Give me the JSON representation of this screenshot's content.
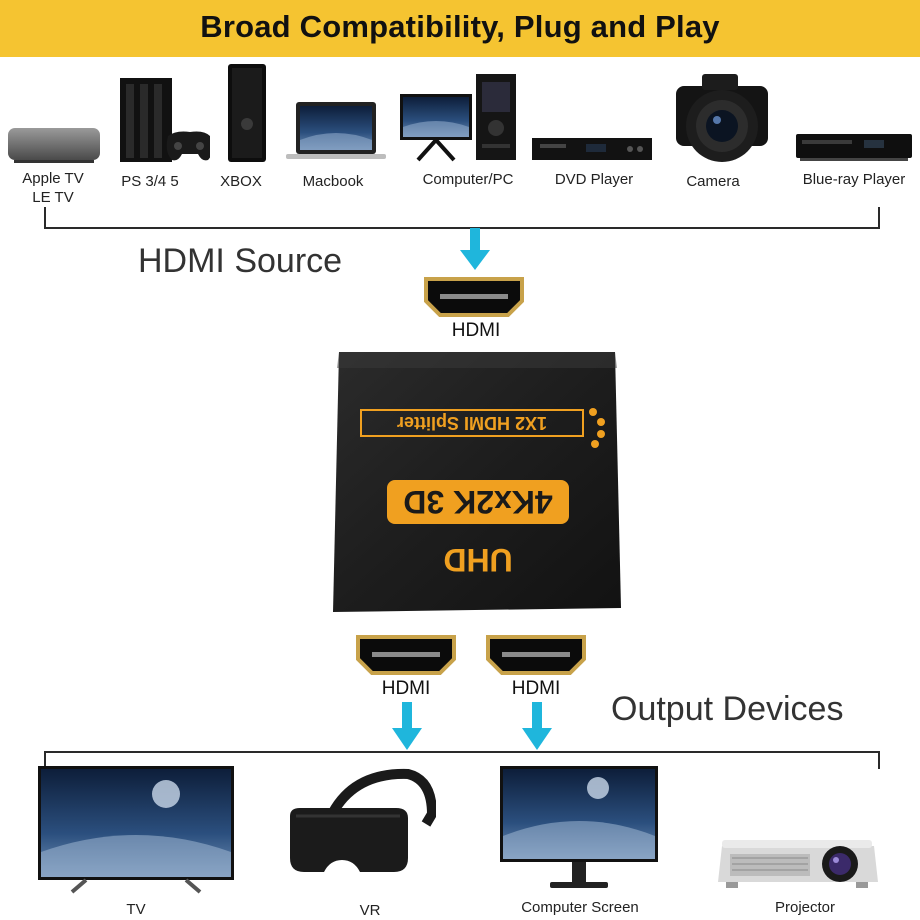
{
  "banner": {
    "title": "Broad Compatibility, Plug and Play",
    "color": "#f5c431"
  },
  "sources": {
    "items": [
      {
        "label_line1": "Apple TV",
        "label_line2": "LE TV",
        "icon": "tv-box-icon"
      },
      {
        "label_line1": "PS 3/4 5",
        "icon": "game-console-icon"
      },
      {
        "label_line1": "XBOX",
        "icon": "xbox-console-icon"
      },
      {
        "label_line1": "Macbook",
        "icon": "laptop-icon"
      },
      {
        "label_line1": "Computer/PC",
        "icon": "desktop-pc-icon"
      },
      {
        "label_line1": "DVD Player",
        "icon": "dvd-player-icon"
      },
      {
        "label_line1": "Camera",
        "icon": "camera-icon"
      },
      {
        "label_line1": "Blue-ray Player",
        "icon": "bluray-player-icon"
      }
    ],
    "section_title": "HDMI Source"
  },
  "input_port": {
    "label": "HDMI",
    "icon": "hdmi-port-icon"
  },
  "splitter": {
    "line1": "1X2  HDMI Splitter",
    "line2": "4Kx2K 3D",
    "line3": "UHD",
    "accent": "#f0a020"
  },
  "output_ports": [
    {
      "label": "HDMI",
      "icon": "hdmi-port-icon"
    },
    {
      "label": "HDMI",
      "icon": "hdmi-port-icon"
    }
  ],
  "outputs": {
    "section_title": "Output Devices",
    "items": [
      {
        "label": "TV",
        "icon": "tv-icon"
      },
      {
        "label": "VR",
        "icon": "vr-headset-icon"
      },
      {
        "label": "Computer Screen",
        "icon": "monitor-icon"
      },
      {
        "label": "Projector",
        "icon": "projector-icon"
      }
    ]
  },
  "arrow_color": "#1fb6dc"
}
